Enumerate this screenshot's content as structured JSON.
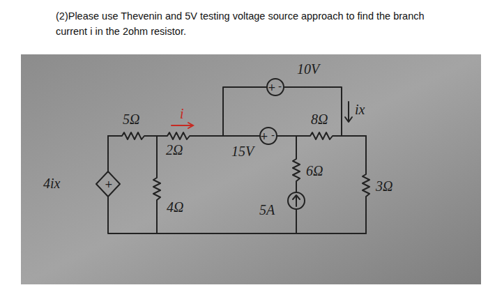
{
  "diagram": {
    "title": "(2)Please use Thevenin and 5V testing voltage source approach to find the branch current i in the 2ohm resistor.",
    "labels": [
      "10V",
      "+",
      "-",
      "5Ω",
      "i",
      "8Ω",
      "ix",
      "+",
      "-",
      "2Ω",
      "15V",
      "6Ω",
      "3Ω",
      "4ix",
      "+",
      "4Ω",
      "5A"
    ]
  }
}
